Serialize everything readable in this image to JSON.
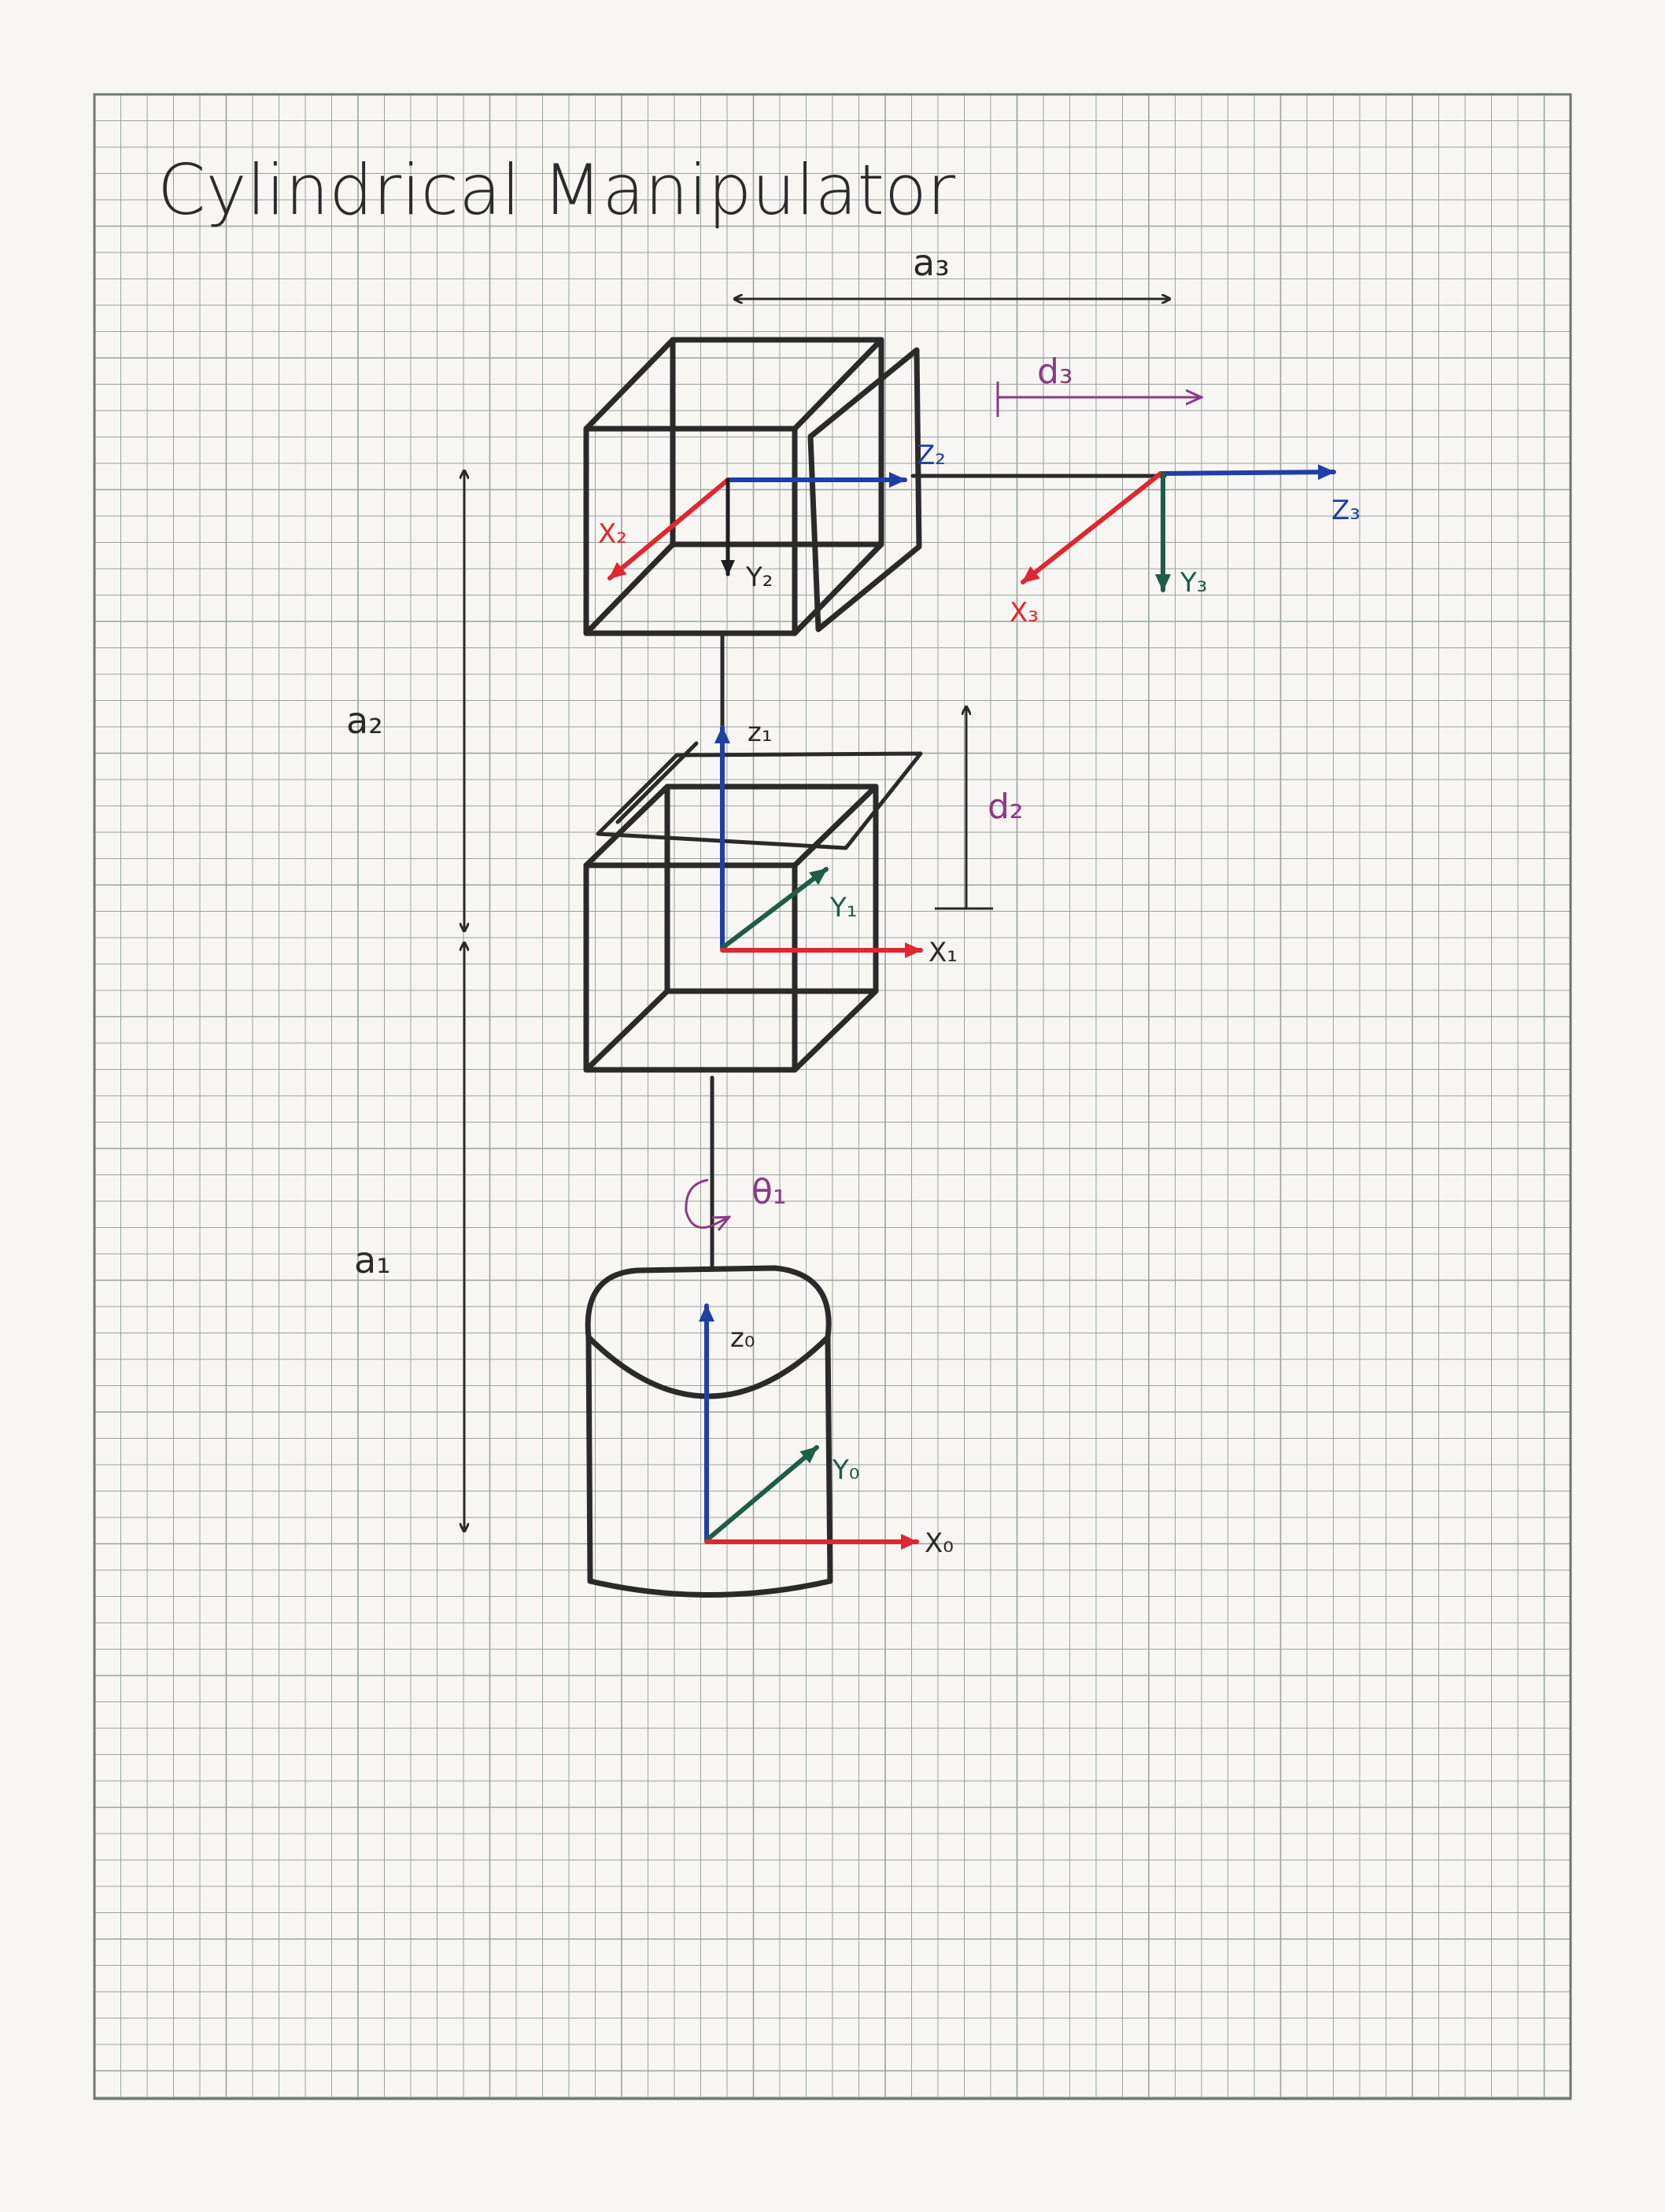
{
  "title": "Cylindrical Manipulator",
  "dimensions": {
    "a1": "a₁",
    "a2": "a₂",
    "a3": "a₃",
    "d2": "d₂",
    "d3": "d₃",
    "theta1": "θ₁"
  },
  "frames": {
    "frame0": {
      "x": "X₀",
      "y": "Y₀",
      "z": "z₀"
    },
    "frame1": {
      "x": "X₁",
      "y": "Y₁",
      "z": "z₁"
    },
    "frame2": {
      "x": "X₂",
      "y": "Y₂",
      "z": "Z₂"
    },
    "frame3": {
      "x": "X₃",
      "y": "Y₃",
      "z": "Z₃"
    }
  },
  "colors": {
    "paper": "#f7f6f2",
    "grid": "#9aa39c",
    "ink": "#2a2a2a",
    "x_axis": "#e0262f",
    "y_axis": "#1f5e43",
    "z_axis": "#1f3fa8",
    "dimension_purple": "#8b3b86"
  }
}
